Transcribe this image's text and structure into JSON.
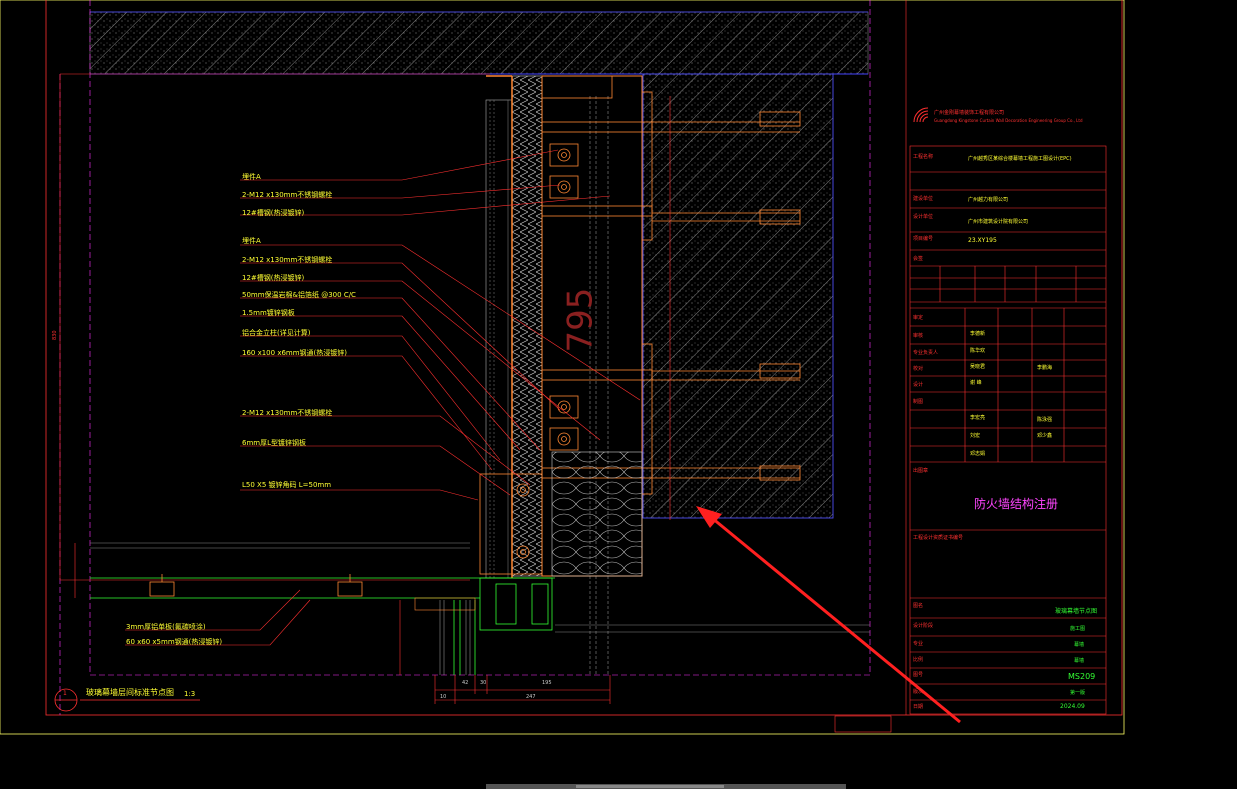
{
  "detail_title": "玻璃幕墙层间标准节点图",
  "detail_scale": "1:3",
  "detail_number": "1",
  "dimension_795": "795",
  "dimensions": {
    "d_42": "42",
    "d_30": "30",
    "d_195": "195",
    "d_247": "247",
    "d_10": "10"
  },
  "callouts": [
    "埋件A",
    "2-M12 x130mm不锈钢螺栓",
    "12#槽钢(热浸镀锌)",
    "埋件A",
    "2-M12 x130mm不锈钢螺栓",
    "12#槽钢(热浸镀锌)",
    "50mm保温岩棉&铝箔纸 @300 C/C",
    "1.5mm镀锌钢板",
    "铝合金立柱(详见计算)",
    "160 x100 x6mm钢通(热浸镀锌)",
    "2-M12 x130mm不锈钢螺栓",
    "6mm厚L型镀锌钢板",
    "L50 X5 镀锌角码 L=50mm",
    "3mm厚铝单板(氟碳喷涂)",
    "60 x60 x5mm钢通(热浸镀锌)"
  ],
  "title_block": {
    "company_cn": "广州金刚幕墙装饰工程有限公司",
    "company_en": "Guangdong Kingstone Curtain Wall Decoration Engineering Group Co., Ltd",
    "project_name_label": "工程名称",
    "project_name": "广州越秀区某综合楼幕墙工程施工图设计(EPC)",
    "client_label": "建设单位",
    "client": "广州越力有限公司",
    "designer_label": "设计单位",
    "designer": "广州市建筑设计院有限公司",
    "project_no_label": "项目编号",
    "project_no": "23.XY195",
    "approval_label": "会签",
    "sign_rows": [
      "审定",
      "审核",
      "专业负责人",
      "校对",
      "设计",
      "制图"
    ],
    "names_left": [
      "李德新",
      "陈华欢",
      "吴晓君",
      "谢 峰",
      "李宏亮",
      "刘宏",
      "邓志娟"
    ],
    "names_right": [
      "李鹏海",
      "陈泳强",
      "邓少鑫"
    ],
    "stamp_label": "出图章",
    "stamp_text": "防火墙结构注册",
    "cert_label": "工程设计资质证书编号",
    "drawing_name_label": "图名",
    "drawing_name": "玻璃幕墙节点图",
    "stage_label": "设计阶段",
    "stage": "施工图",
    "discipline_label": "专业",
    "discipline": "幕墙",
    "scale_label": "比例",
    "scale": "幕墙",
    "drawing_no_label": "图号",
    "drawing_no": "MS209",
    "version_label": "版次",
    "version": "第一版",
    "date_label": "日期",
    "date": "2024.09"
  },
  "colors": {
    "background": "#000000",
    "frame": "#ff3030",
    "magenta": "#ff33ff",
    "orange": "#ff8833",
    "green": "#33ff33",
    "yellow": "#ffff33",
    "arrow": "#ff2020",
    "hatch": "#cccccc",
    "border": "#ffff66"
  }
}
